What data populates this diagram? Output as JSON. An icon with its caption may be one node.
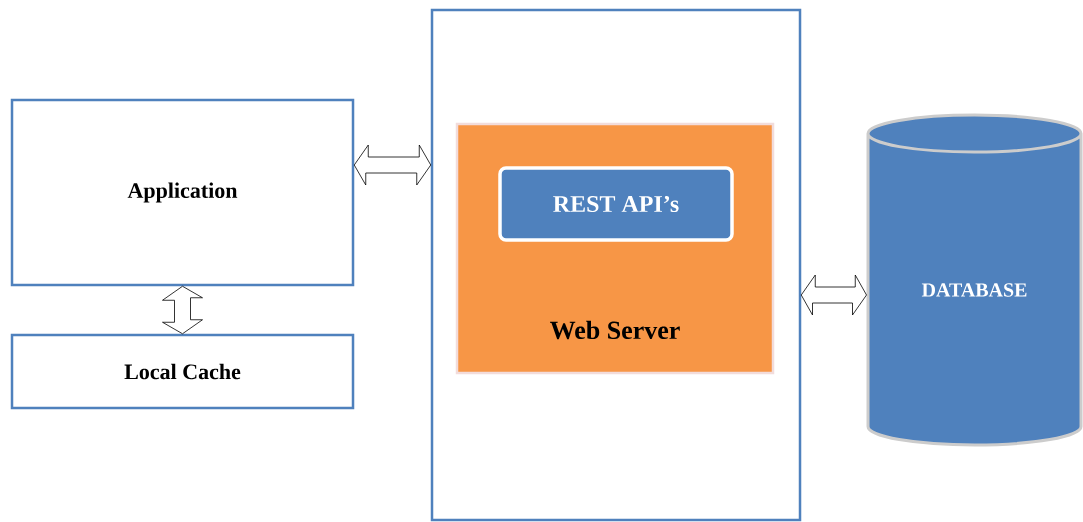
{
  "diagram": {
    "nodes": [
      {
        "text": [
          "Application"
        ]
      },
      {
        "text": [
          "Local Cache"
        ]
      },
      {
        "text": [],
        "shape": "box"
      },
      {
        "text": [
          "Web Server"
        ],
        "in": 2
      },
      {
        "text": [
          "REST API’s"
        ],
        "in": 3
      },
      {
        "text": [
          "DATABASE"
        ]
      }
    ],
    "edges": [
      {
        "from": 0,
        "to": 2,
        "arrow": "both"
      },
      {
        "from": 0,
        "to": 1,
        "arrow": "both"
      },
      {
        "from": 2,
        "to": 5,
        "arrow": "both"
      }
    ]
  }
}
